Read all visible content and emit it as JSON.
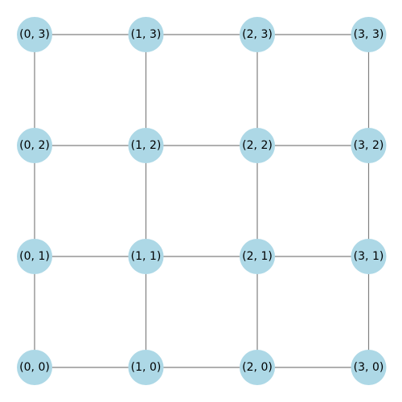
{
  "graph": {
    "node_color": "#add8e6",
    "edge_color": "#808080",
    "grid_size": [
      4,
      4
    ],
    "nodes": [
      {
        "label": "(0, 0)",
        "col": 0,
        "row": 0
      },
      {
        "label": "(1, 0)",
        "col": 1,
        "row": 0
      },
      {
        "label": "(2, 0)",
        "col": 2,
        "row": 0
      },
      {
        "label": "(3, 0)",
        "col": 3,
        "row": 0
      },
      {
        "label": "(0, 1)",
        "col": 0,
        "row": 1
      },
      {
        "label": "(1, 1)",
        "col": 1,
        "row": 1
      },
      {
        "label": "(2, 1)",
        "col": 2,
        "row": 1
      },
      {
        "label": "(3, 1)",
        "col": 3,
        "row": 1
      },
      {
        "label": "(0, 2)",
        "col": 0,
        "row": 2
      },
      {
        "label": "(1, 2)",
        "col": 1,
        "row": 2
      },
      {
        "label": "(2, 2)",
        "col": 2,
        "row": 2
      },
      {
        "label": "(3, 2)",
        "col": 3,
        "row": 2
      },
      {
        "label": "(0, 3)",
        "col": 0,
        "row": 3
      },
      {
        "label": "(1, 3)",
        "col": 1,
        "row": 3
      },
      {
        "label": "(2, 3)",
        "col": 2,
        "row": 3
      },
      {
        "label": "(3, 3)",
        "col": 3,
        "row": 3
      }
    ],
    "edges": [
      [
        "(0, 0)",
        "(1, 0)"
      ],
      [
        "(1, 0)",
        "(2, 0)"
      ],
      [
        "(2, 0)",
        "(3, 0)"
      ],
      [
        "(0, 1)",
        "(1, 1)"
      ],
      [
        "(1, 1)",
        "(2, 1)"
      ],
      [
        "(2, 1)",
        "(3, 1)"
      ],
      [
        "(0, 2)",
        "(1, 2)"
      ],
      [
        "(1, 2)",
        "(2, 2)"
      ],
      [
        "(2, 2)",
        "(3, 2)"
      ],
      [
        "(0, 3)",
        "(1, 3)"
      ],
      [
        "(1, 3)",
        "(2, 3)"
      ],
      [
        "(2, 3)",
        "(3, 3)"
      ],
      [
        "(0, 0)",
        "(0, 1)"
      ],
      [
        "(0, 1)",
        "(0, 2)"
      ],
      [
        "(0, 2)",
        "(0, 3)"
      ],
      [
        "(1, 0)",
        "(1, 1)"
      ],
      [
        "(1, 1)",
        "(1, 2)"
      ],
      [
        "(1, 2)",
        "(1, 3)"
      ],
      [
        "(2, 0)",
        "(2, 1)"
      ],
      [
        "(2, 1)",
        "(2, 2)"
      ],
      [
        "(2, 2)",
        "(2, 3)"
      ],
      [
        "(3, 0)",
        "(3, 1)"
      ],
      [
        "(3, 1)",
        "(3, 2)"
      ],
      [
        "(3, 2)",
        "(3, 3)"
      ]
    ]
  }
}
